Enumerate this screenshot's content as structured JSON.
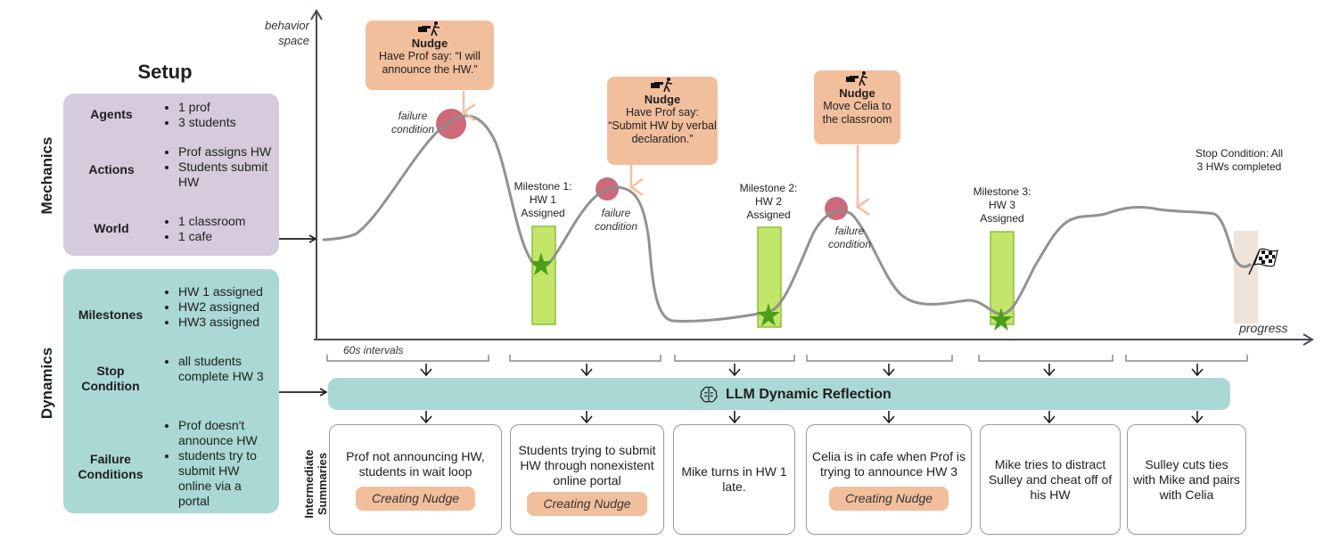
{
  "setup": {
    "title": "Setup",
    "mechanics_label": "Mechanics",
    "dynamics_label": "Dynamics",
    "mechanics": [
      {
        "label": "Agents",
        "items": [
          "1 prof",
          "3 students"
        ]
      },
      {
        "label": "Actions",
        "items": [
          "Prof assigns HW",
          "Students submit HW"
        ]
      },
      {
        "label": "World",
        "items": [
          "1 classroom",
          "1 cafe"
        ]
      }
    ],
    "dynamics": [
      {
        "label": "Milestones",
        "items": [
          "HW 1 assigned",
          "HW2 assigned",
          "HW3 assigned"
        ]
      },
      {
        "label": "Stop Condition",
        "items": [
          "all students complete HW 3"
        ]
      },
      {
        "label": "Failure Conditions",
        "items": [
          "Prof doesn't announce HW",
          "students try to submit HW online via a portal"
        ]
      }
    ]
  },
  "axes": {
    "y_label": "behavior space",
    "x_label": "progress"
  },
  "nudges": [
    {
      "title": "Nudge",
      "text": "Have Prof say: “I will announce the HW.”"
    },
    {
      "title": "Nudge",
      "text": "Have Prof say: “Submit HW by verbal declaration.”"
    },
    {
      "title": "Nudge",
      "text": "Move Celia to the classroom"
    }
  ],
  "failure_label": "failure condition",
  "milestones": [
    {
      "label": "Milestone 1: HW 1 Assigned"
    },
    {
      "label": "Milestone 2: HW 2 Assigned"
    },
    {
      "label": "Milestone 3: HW 3 Assigned"
    }
  ],
  "stop_condition": "Stop Condition: All 3 HWs completed",
  "interval_label": "60s intervals",
  "reflection": {
    "label": "LLM Dynamic Reflection",
    "icon": "brain-icon"
  },
  "summaries_label": "Intermediate Summaries",
  "summaries": [
    {
      "text": "Prof not announcing HW, students in wait loop",
      "nudge": "Creating Nudge"
    },
    {
      "text": "Students trying to submit HW through nonexistent online portal",
      "nudge": "Creating Nudge"
    },
    {
      "text": "Mike turns in HW 1 late.",
      "nudge": null
    },
    {
      "text": "Celia is in cafe when Prof is trying to announce HW 3",
      "nudge": "Creating Nudge"
    },
    {
      "text": "Mike tries to distract Sulley and cheat off of his HW",
      "nudge": null
    },
    {
      "text": "Sulley cuts ties with Mike and pairs with Celia",
      "nudge": null
    }
  ],
  "colors": {
    "mechanics_bg": "#d5cbdd",
    "dynamics_bg": "#aad8d4",
    "nudge_bg": "#f2bf9d",
    "failure_circle": "#c65a6e",
    "milestone_bar": "#c3e66a",
    "milestone_star": "#4a9e1a",
    "stop_bar": "#efe3da",
    "curve": "#8c8c8c",
    "axis": "#4a4a55"
  }
}
